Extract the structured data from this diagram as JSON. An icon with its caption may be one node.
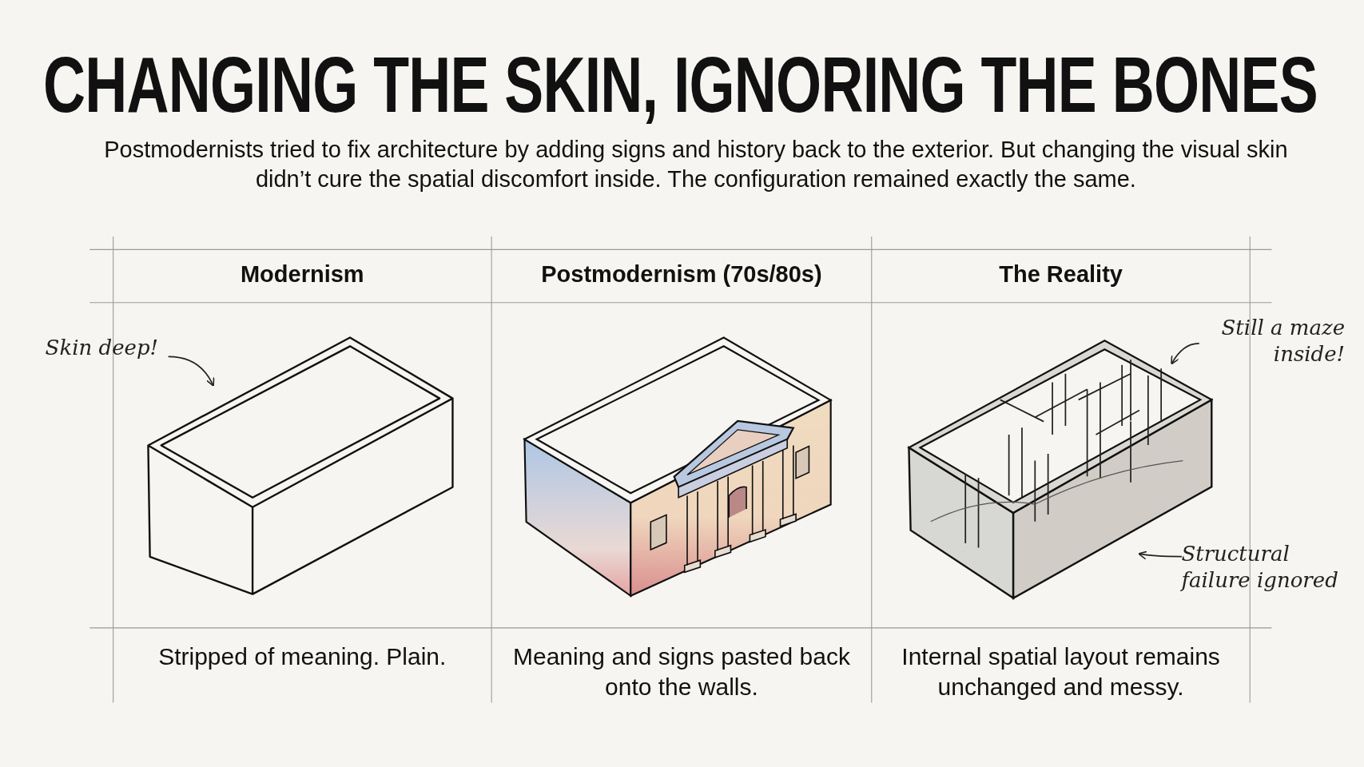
{
  "diagram": {
    "title": "CHANGING THE SKIN, IGNORING THE BONES",
    "caption": "Postmodernists tried to fix architecture by adding signs and history back to the exterior. But changing the visual skin didn’t cure the spatial discomfort inside. The configuration remained exactly the same.",
    "nodes": [
      {
        "text": [
          "Skin deep!"
        ]
      },
      {
        "text": [],
        "shape": "picture"
      },
      {
        "text": [],
        "shape": "picture"
      },
      {
        "text": [
          "Still a maze inside!"
        ]
      },
      {
        "text": [],
        "shape": "picture"
      },
      {
        "text": [
          "Structural failure ignored"
        ]
      }
    ],
    "edges": [
      {
        "from": 0,
        "to": 1,
        "arrow": "to"
      },
      {
        "from": 3,
        "to": 4,
        "arrow": "to"
      },
      {
        "from": 5,
        "to": 4,
        "arrow": "to"
      }
    ],
    "labels": [
      "Modernism",
      "Postmodernism (70s/80s)",
      "The Reality",
      "Stripped of meaning. Plain.",
      "Meaning and signs pasted back onto the walls.",
      "Internal spatial layout remains unchanged and messy."
    ]
  }
}
